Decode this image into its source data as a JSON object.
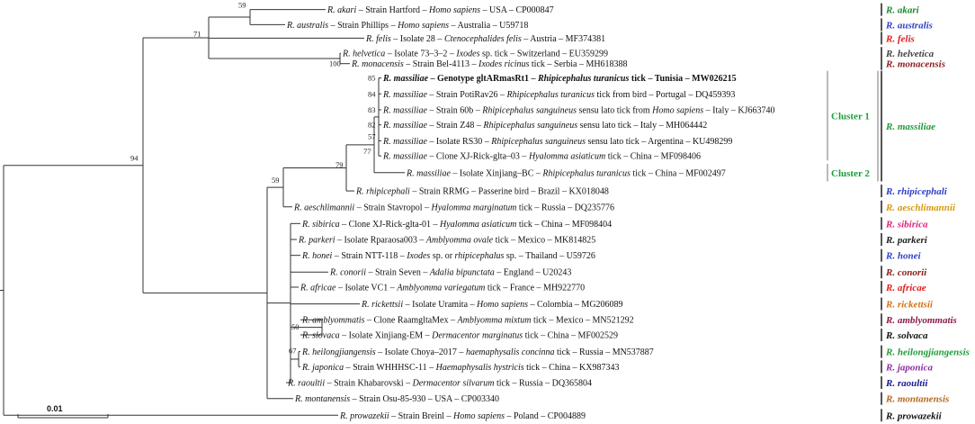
{
  "leaves": [
    {
      "parts": [
        {
          "t": "R. akari",
          "i": true
        },
        {
          "t": " – Strain Hartford – "
        },
        {
          "t": "Homo sapiens",
          "i": true
        },
        {
          "t": " – USA – CP000847"
        }
      ]
    },
    {
      "parts": [
        {
          "t": "R. australis",
          "i": true
        },
        {
          "t": " – Strain Phillips – "
        },
        {
          "t": "Homo sapiens",
          "i": true
        },
        {
          "t": " – Australia – U59718"
        }
      ]
    },
    {
      "parts": [
        {
          "t": "R. felis",
          "i": true
        },
        {
          "t": " – Isolate 28 – "
        },
        {
          "t": "Ctenocephalides felis",
          "i": true
        },
        {
          "t": " – Austria – MF374381"
        }
      ]
    },
    {
      "parts": [
        {
          "t": "R. helvetica",
          "i": true
        },
        {
          "t": " – Isolate 73–3–2 – "
        },
        {
          "t": "Ixodes",
          "i": true
        },
        {
          "t": " sp. tick – Switzerland – EU359299"
        }
      ]
    },
    {
      "parts": [
        {
          "t": "R. monacensis",
          "i": true
        },
        {
          "t": " – Strain Bel-4113 – "
        },
        {
          "t": "Ixodes ricinus",
          "i": true
        },
        {
          "t": " tick – Serbia – MH618388"
        }
      ]
    },
    {
      "bold": true,
      "parts": [
        {
          "t": "R. massiliae",
          "i": true
        },
        {
          "t": " – Genotype gltARmasRt1 – "
        },
        {
          "t": "Rhipicephalus turanicus",
          "i": true
        },
        {
          "t": " tick – Tunisia – MW026215"
        }
      ]
    },
    {
      "parts": [
        {
          "t": "R. massiliae",
          "i": true
        },
        {
          "t": " – Strain PotiRav26 – "
        },
        {
          "t": "Rhipicephalus turanicus",
          "i": true
        },
        {
          "t": " tick from bird – Portugal – DQ459393"
        }
      ]
    },
    {
      "parts": [
        {
          "t": "R. massiliae",
          "i": true
        },
        {
          "t": " – Strain 60b – "
        },
        {
          "t": "Rhipicephalus sanguineus",
          "i": true
        },
        {
          "t": " sensu lato tick from "
        },
        {
          "t": "Homo sapiens",
          "i": true
        },
        {
          "t": " – Italy – KJ663740"
        }
      ]
    },
    {
      "parts": [
        {
          "t": "R. massiliae",
          "i": true
        },
        {
          "t": " – Strain Z48 – "
        },
        {
          "t": "Rhipicephalus sanguineus",
          "i": true
        },
        {
          "t": " sensu lato tick – Italy – MH064442"
        }
      ]
    },
    {
      "parts": [
        {
          "t": "R. massiliae",
          "i": true
        },
        {
          "t": " – Isolate RS30 – "
        },
        {
          "t": "Rhipicephalus sanguineus",
          "i": true
        },
        {
          "t": " sensu lato tick – Argentina – KU498299"
        }
      ]
    },
    {
      "parts": [
        {
          "t": "R. massiliae",
          "i": true
        },
        {
          "t": " – Clone XJ-Rick-glta–03 – "
        },
        {
          "t": "Hyalomma asiaticum",
          "i": true
        },
        {
          "t": " tick – China – MF098406"
        }
      ]
    },
    {
      "parts": [
        {
          "t": "R. massiliae",
          "i": true
        },
        {
          "t": " – Isolate Xinjiang–BC – "
        },
        {
          "t": "Rhipicephalus turanicus",
          "i": true
        },
        {
          "t": " tick – China – MF002497"
        }
      ]
    },
    {
      "parts": [
        {
          "t": "R. rhipicephali",
          "i": true
        },
        {
          "t": " – Strain RRMG – Passerine bird – Brazil – KX018048"
        }
      ]
    },
    {
      "parts": [
        {
          "t": "R. aeschlimannii",
          "i": true
        },
        {
          "t": " – Strain Stavropol – "
        },
        {
          "t": "Hyalomma marginatum",
          "i": true
        },
        {
          "t": " tick – Russia – DQ235776"
        }
      ]
    },
    {
      "parts": [
        {
          "t": "R. sibirica",
          "i": true
        },
        {
          "t": " – Clone XJ-Rick-glta-01 – "
        },
        {
          "t": "Hyalomma asiaticum",
          "i": true
        },
        {
          "t": " tick – China – MF098404"
        }
      ]
    },
    {
      "parts": [
        {
          "t": "R. parkeri",
          "i": true
        },
        {
          "t": " – Isolate Rparaosa003 – "
        },
        {
          "t": "Amblyomma ovale",
          "i": true
        },
        {
          "t": " tick – Mexico – MK814825"
        }
      ]
    },
    {
      "parts": [
        {
          "t": "R. honei",
          "i": true
        },
        {
          "t": " – Strain NTT-118 – "
        },
        {
          "t": "Ixodes",
          "i": true
        },
        {
          "t": " sp. or "
        },
        {
          "t": "rhipicephalus",
          "i": true
        },
        {
          "t": " sp. – Thailand – U59726"
        }
      ]
    },
    {
      "parts": [
        {
          "t": "R. conorii",
          "i": true
        },
        {
          "t": " – Strain Seven – "
        },
        {
          "t": "Adalia bipunctata",
          "i": true
        },
        {
          "t": " – England – U20243"
        }
      ]
    },
    {
      "parts": [
        {
          "t": "R. africae",
          "i": true
        },
        {
          "t": " – Isolate VC1 – "
        },
        {
          "t": "Amblyomma variegatum",
          "i": true
        },
        {
          "t": " tick – France – MH922770"
        }
      ]
    },
    {
      "parts": [
        {
          "t": "R. rickettsii",
          "i": true
        },
        {
          "t": " – Isolate Uramita – "
        },
        {
          "t": "Homo sapiens",
          "i": true
        },
        {
          "t": " – Colombia – MG206089"
        }
      ]
    },
    {
      "parts": [
        {
          "t": "R. amblyommatis",
          "i": true
        },
        {
          "t": " – Clone RaamgltaMex – "
        },
        {
          "t": "Amblyomma mixtum",
          "i": true
        },
        {
          "t": " tick – Mexico – MN521292"
        }
      ]
    },
    {
      "parts": [
        {
          "t": "R. slovaca",
          "i": true
        },
        {
          "t": " – Isolate Xinjiang-EM – "
        },
        {
          "t": "Dermacentor marginatus",
          "i": true
        },
        {
          "t": " tick – China – MF002529"
        }
      ]
    },
    {
      "parts": [
        {
          "t": "R. heilongjiangensis",
          "i": true
        },
        {
          "t": " – Isolate Choya–2017 – "
        },
        {
          "t": "haemaphysalis concinna",
          "i": true
        },
        {
          "t": " tick – Russia – MN537887"
        }
      ]
    },
    {
      "parts": [
        {
          "t": "R. japonica",
          "i": true
        },
        {
          "t": " – Strain WHHHSC-11 – "
        },
        {
          "t": "Haemaphysalis hystricis",
          "i": true
        },
        {
          "t": " tick – China – KX987343"
        }
      ]
    },
    {
      "parts": [
        {
          "t": "R. raoultii",
          "i": true
        },
        {
          "t": " – Strain Khabarovski – "
        },
        {
          "t": "Dermacentor silvarum",
          "i": true
        },
        {
          "t": " tick – Russia – DQ365804"
        }
      ]
    },
    {
      "parts": [
        {
          "t": "R. montanensis",
          "i": true
        },
        {
          "t": " – Strain Osu-85-930 – USA – CP003340"
        }
      ]
    },
    {
      "parts": [
        {
          "t": "R. prowazekii",
          "i": true
        },
        {
          "t": " – Strain Breinl – "
        },
        {
          "t": "Homo sapiens",
          "i": true
        },
        {
          "t": " – Poland – CP004889"
        }
      ]
    }
  ],
  "bootstrap": [
    "59",
    "71",
    "100",
    "94",
    "85",
    "84",
    "83",
    "82",
    "57",
    "77",
    "79",
    "59",
    "67",
    "50"
  ],
  "clusters": [
    "Cluster 1",
    "Cluster 2"
  ],
  "species_labels": [
    {
      "text": "R. akari",
      "color": "#1f8a2f"
    },
    {
      "text": "R. australis",
      "color": "#2e3fc4"
    },
    {
      "text": "R. felis",
      "color": "#e01b1b"
    },
    {
      "text": "R. helvetica",
      "color": "#444444"
    },
    {
      "text": "R. monacensis",
      "color": "#8b1a1a"
    },
    {
      "text": "R. massiliae",
      "color": "#1f9a3a"
    },
    {
      "text": "R. rhipicephali",
      "color": "#2e3fc4"
    },
    {
      "text": "R. aeschlimannii",
      "color": "#d49a10"
    },
    {
      "text": "R. sibirica",
      "color": "#e0207a"
    },
    {
      "text": "R. parkeri",
      "color": "#222222"
    },
    {
      "text": "R. honei",
      "color": "#2e3fc4"
    },
    {
      "text": "R. conorii",
      "color": "#8b1a1a"
    },
    {
      "text": "R. africae",
      "color": "#e01b1b"
    },
    {
      "text": "R. rickettsii",
      "color": "#d47010"
    },
    {
      "text": "R. amblyommatis",
      "color": "#8b1a4a"
    },
    {
      "text": "R. solvaca",
      "color": "#111111"
    },
    {
      "text": "R. heilongjiangensis",
      "color": "#1f9a3a"
    },
    {
      "text": "R. japonica",
      "color": "#8a2ea0"
    },
    {
      "text": "R. raoultii",
      "color": "#1a1a8b"
    },
    {
      "text": "R. montanensis",
      "color": "#b5651d"
    },
    {
      "text": "R. prowazekii",
      "color": "#111111"
    }
  ],
  "scale_label": "0.01",
  "colors": {
    "branch": "#333333",
    "cluster": "#1a9e3a",
    "species_bar": "#555555"
  }
}
